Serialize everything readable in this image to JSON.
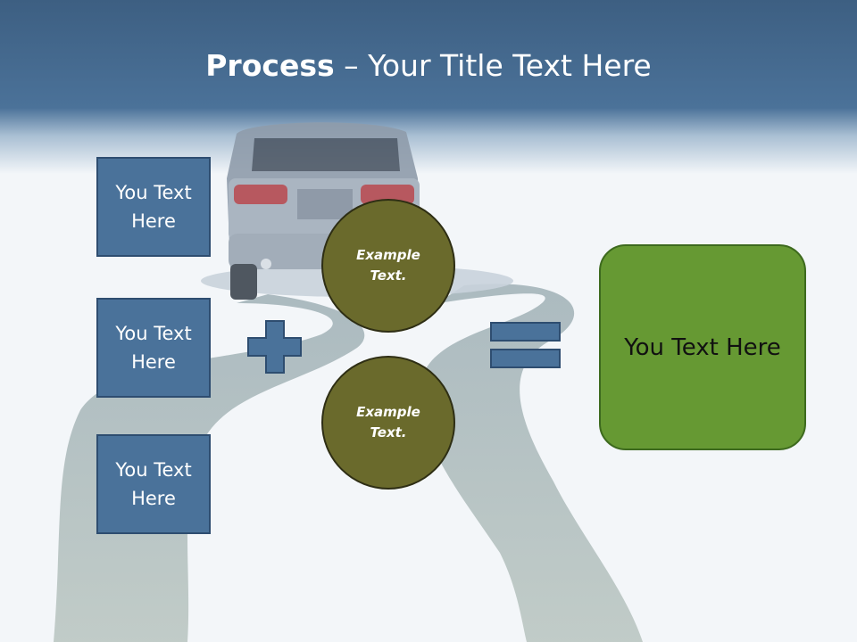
{
  "title": {
    "bold": "Process",
    "rest": " – Your Title Text Here"
  },
  "left_boxes": [
    {
      "line1": "You Text",
      "line2": "Here"
    },
    {
      "line1": "You Text",
      "line2": "Here"
    },
    {
      "line1": "You Text",
      "line2": "Here"
    }
  ],
  "circles": [
    {
      "line1": "Example",
      "line2": "Text."
    },
    {
      "line1": "Example",
      "line2": "Text."
    }
  ],
  "result_box": {
    "label": "You Text Here"
  },
  "colors": {
    "header_blue": "#45698e",
    "box_blue": "#4a729a",
    "circle_olive": "#6a6a2c",
    "result_green": "#669933"
  }
}
